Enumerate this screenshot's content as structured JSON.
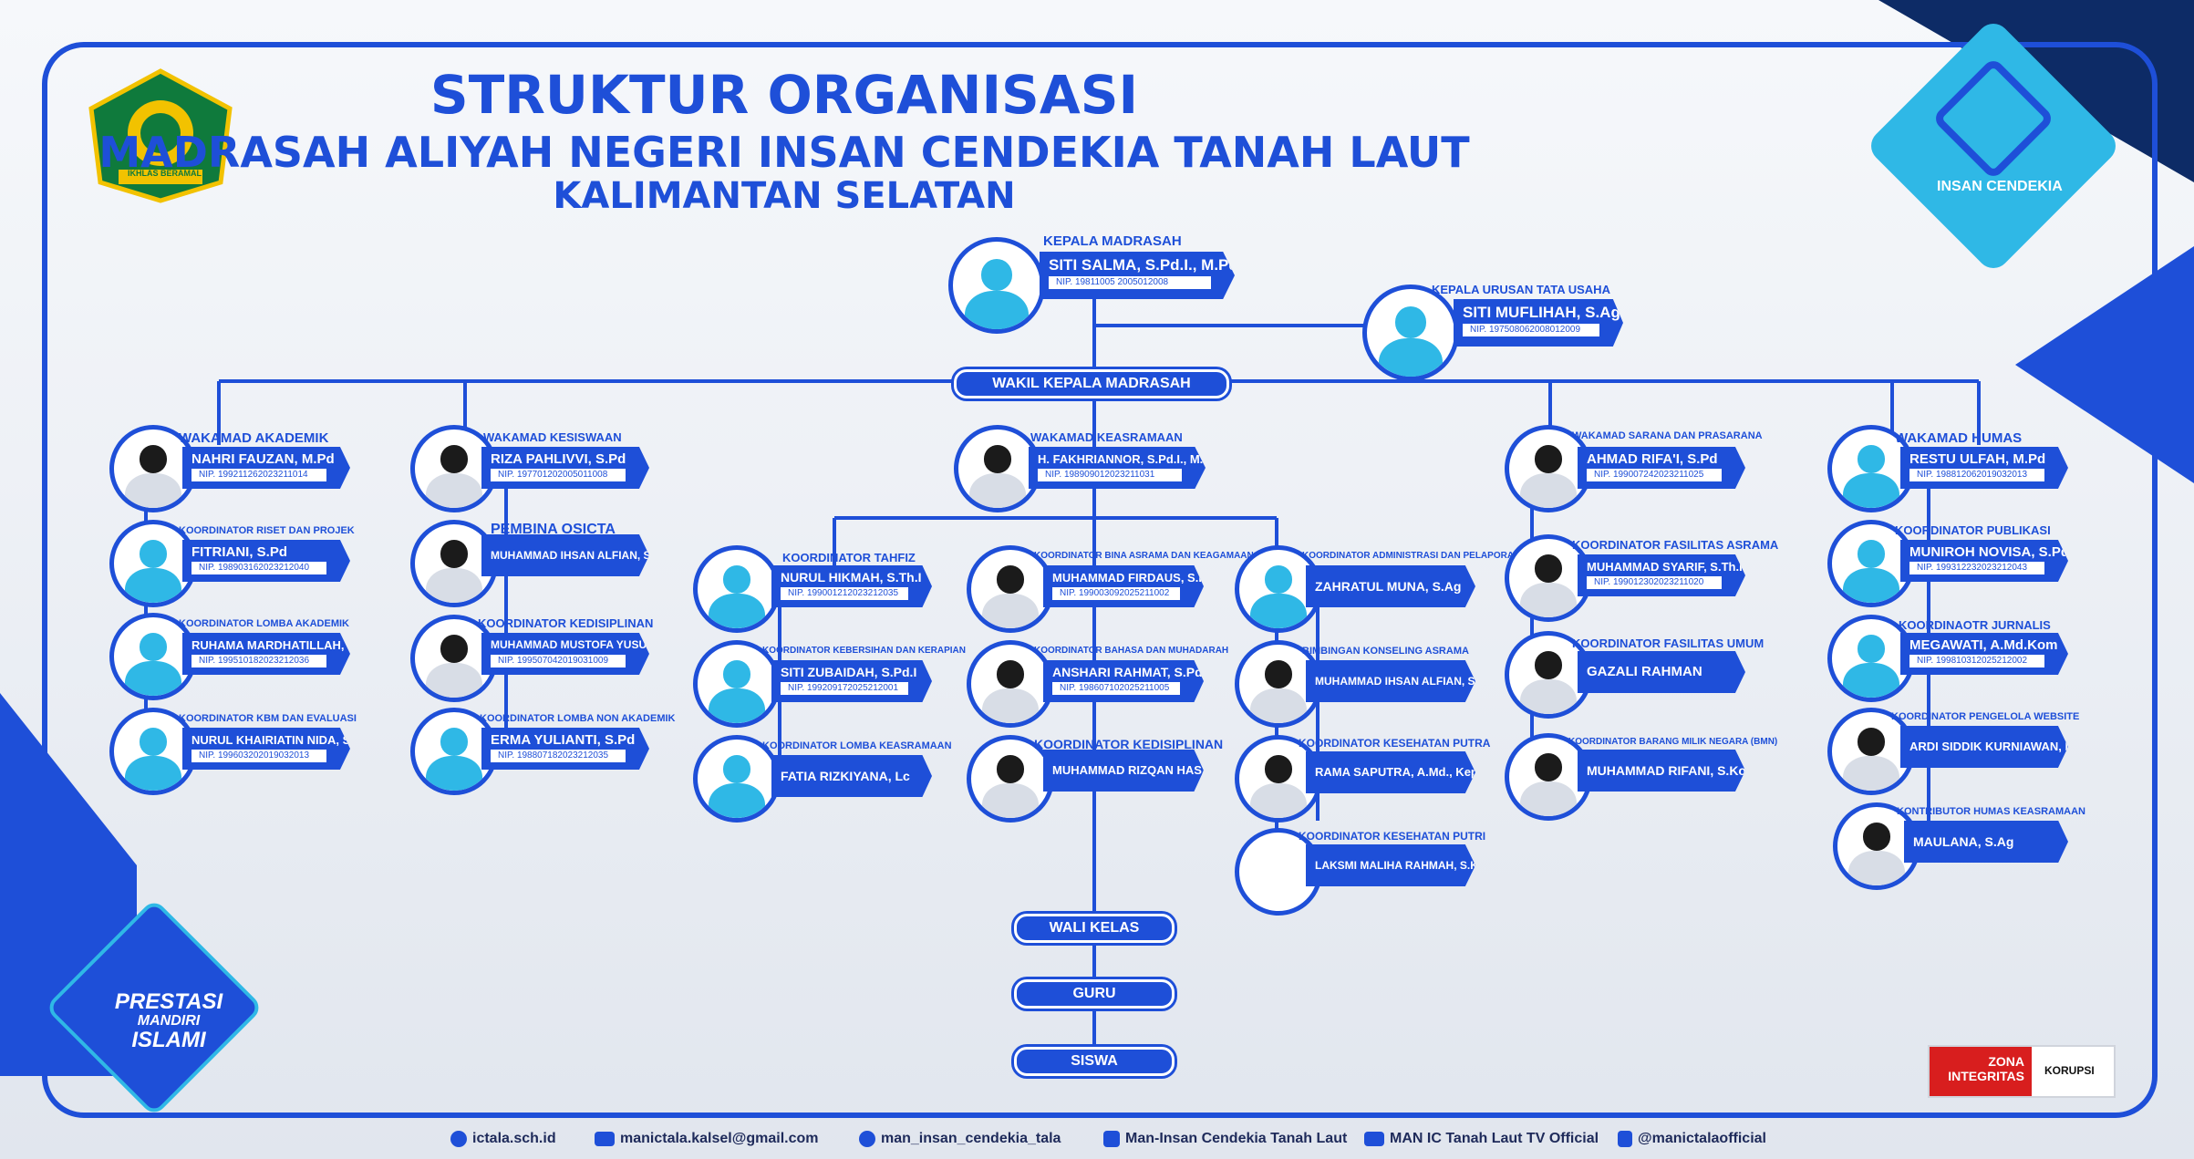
{
  "header": {
    "title": "STRUKTUR ORGANISASI",
    "subtitle": "MADRASAH ALIYAH NEGERI INSAN CENDEKIA TANAH LAUT",
    "region": "KALIMANTAN SELATAN"
  },
  "logos": {
    "left_logo_text": "IKHLAS BERAMAL",
    "right_logo_text": "INSAN CENDEKIA",
    "slogan": [
      "PRESTASI",
      "MANDIRI",
      "ISLAMI"
    ],
    "zona_integritas": [
      "ZONA",
      "INTEGRITAS"
    ],
    "korupsi": "KORUPSI"
  },
  "colors": {
    "primary": "#1e4fd8",
    "accent": "#2fb8e6",
    "dark": "#0d2b66"
  },
  "nodes": {
    "kepala": {
      "role": "KEPALA MADRASAH",
      "name": "SITI SALMA, S.Pd.I., M.Pd",
      "nip": "NIP. 19811005 2005012008"
    },
    "tu": {
      "role": "KEPALA URUSAN TATA USAHA",
      "name": "SITI MUFLIHAH, S.Ag",
      "nip": "NIP. 197508062008012009"
    },
    "wakamad_akademik": {
      "role": "WAKAMAD AKADEMIK",
      "name": "NAHRI FAUZAN, M.Pd",
      "nip": "NIP. 199211262023211014"
    },
    "riset": {
      "role": "KOORDINATOR RISET DAN PROJEK",
      "name": "FITRIANI, S.Pd",
      "nip": "NIP. 198903162023212040"
    },
    "lomba_akademik": {
      "role": "KOORDINATOR LOMBA AKADEMIK",
      "name": "RUHAMA MARDHATILLAH, S. Pd",
      "nip": "NIP. 199510182023212036"
    },
    "kbm": {
      "role": "KOORDINATOR KBM DAN EVALUASI",
      "name": "NURUL KHAIRIATIN NIDA, S.Pd",
      "nip": "NIP. 199603202019032013"
    },
    "kesiswaan": {
      "role": "WAKAMAD KESISWAAN",
      "name": "RIZA PAHLIVVI, S.Pd",
      "nip": "NIP. 197701202005011008"
    },
    "osicta": {
      "role": "PEMBINA OSICTA",
      "name": "MUHAMMAD IHSAN ALFIAN, S.Pd"
    },
    "kedisiplinan_kes": {
      "role": "KOORDINATOR KEDISIPLINAN",
      "name": "MUHAMMAD MUSTOFA YUSUF, S.Pd",
      "nip": "NIP. 199507042019031009"
    },
    "lomba_non": {
      "role": "KOORDINATOR LOMBA NON AKADEMIK",
      "name": "ERMA YULIANTI, S.Pd",
      "nip": "NIP. 198807182023212035"
    },
    "keasramaan": {
      "role": "WAKAMAD KEASRAMAAN",
      "name": "H. FAKHRIANNOR, S.Pd.I., M.Pd",
      "nip": "NIP. 198909012023211031"
    },
    "tahfiz": {
      "role": "KOORDINATOR TAHFIZ",
      "name": "NURUL HIKMAH, S.Th.I",
      "nip": "NIP. 199001212023212035"
    },
    "kebersihan": {
      "role": "KOORDINATOR KEBERSIHAN DAN KERAPIAN",
      "name": "SITI ZUBAIDAH, S.Pd.I",
      "nip": "NIP. 199209172025212001"
    },
    "lomba_keasramaan": {
      "role": "KOORDINATOR LOMBA KEASRAMAAN",
      "name": "FATIA RIZKIYANA, Lc"
    },
    "bina_asrama": {
      "role": "KOORDINATOR BINA ASRAMA DAN KEAGAMAAN",
      "name": "MUHAMMAD FIRDAUS, S.Pd. I",
      "nip": "NIP. 199003092025211002"
    },
    "bahasa": {
      "role": "KOORDINATOR BAHASA DAN MUHADARAH",
      "name": "ANSHARI RAHMAT, S.Pd",
      "nip": "NIP. 198607102025211005"
    },
    "kedisiplinan_asr": {
      "role": "KOORDINATOR KEDISIPLINAN",
      "name": "MUHAMMAD RIZQAN HASANI"
    },
    "administrasi": {
      "role": "KOORDINATOR ADMINISTRASI DAN PELAPORAN",
      "name": "ZAHRATUL MUNA, S.Ag"
    },
    "bk_asrama": {
      "role": "BIMBINGAN KONSELING ASRAMA",
      "name": "MUHAMMAD IHSAN ALFIAN, S.Pd"
    },
    "kes_putra": {
      "role": "KOORDINATOR KESEHATAN PUTRA",
      "name": "RAMA SAPUTRA, A.Md., Kep"
    },
    "kes_putri": {
      "role": "KOORDINATOR KESEHATAN PUTRI",
      "name": "LAKSMI MALIHA RAHMAH, S.Kep"
    },
    "sarpras": {
      "role": "WAKAMAD SARANA DAN PRASARANA",
      "name": "AHMAD RIFA'I, S.Pd",
      "nip": "NIP. 199007242023211025"
    },
    "fas_asrama": {
      "role": "KOORDINATOR FASILITAS ASRAMA",
      "name": "MUHAMMAD SYARIF, S.Th.I",
      "nip": "NIP. 199012302023211020"
    },
    "fas_umum": {
      "role": "KOORDINATOR FASILITAS UMUM",
      "name": "GAZALI RAHMAN"
    },
    "bmn": {
      "role": "KOORDINATOR BARANG MILIK NEGARA (BMN)",
      "name": "MUHAMMAD RIFANI, S.Kom"
    },
    "humas": {
      "role": "WAKAMAD HUMAS",
      "name": "RESTU ULFAH, M.Pd",
      "nip": "NIP. 198812062019032013"
    },
    "publikasi": {
      "role": "KOORDINATOR PUBLIKASI",
      "name": "MUNIROH NOVISA, S.Pd",
      "nip": "NIP. 199312232023212043"
    },
    "jurnalis": {
      "role": "KOORDINAOTR JURNALIS",
      "name": "MEGAWATI, A.Md.Kom",
      "nip": "NIP. 199810312025212002"
    },
    "website": {
      "role": "KOORDINATOR PENGELOLA WEBSITE",
      "name": "ARDI SIDDIK KURNIAWAN, Lc"
    },
    "kontributor": {
      "role": "KONTRIBUTOR HUMAS KEASRAMAAN",
      "name": "MAULANA, S.Ag"
    }
  },
  "bars": {
    "wakil": "WAKIL KEPALA MADRASAH",
    "wali": "WALI KELAS",
    "guru": "GURU",
    "siswa": "SISWA"
  },
  "footer": {
    "website": "ictala.sch.id",
    "email": "manictala.kalsel@gmail.com",
    "instagram": "man_insan_cendekia_tala",
    "facebook": "Man-Insan Cendekia Tanah Laut",
    "youtube": "MAN IC Tanah Laut TV Official",
    "tiktok": "@manictalaofficial"
  }
}
